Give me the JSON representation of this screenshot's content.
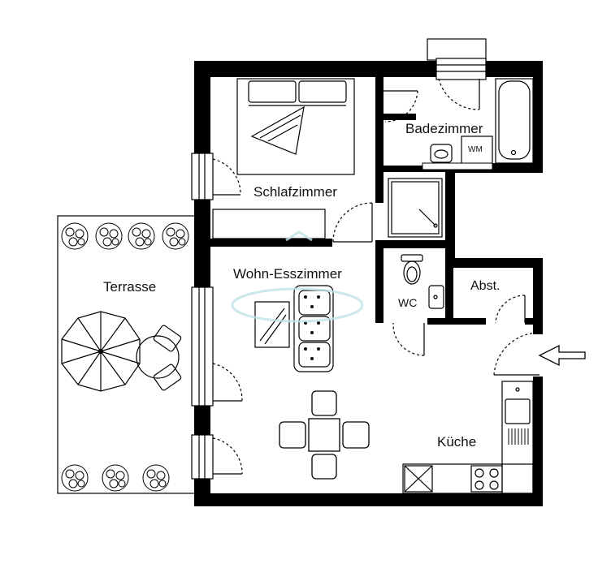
{
  "rooms": {
    "schlafzimmer": "Schlafzimmer",
    "badezimmer": "Badezimmer",
    "wohn_esszimmer": "Wohn-Esszimmer",
    "terrasse": "Terrasse",
    "abst": "Abst.",
    "wc": "WC",
    "kueche": "Küche"
  },
  "appliances": {
    "wm": "WM"
  },
  "colors": {
    "wall": "#000000",
    "line": "#000000",
    "background": "#ffffff",
    "watermark": "#bfe3e6"
  },
  "icons": [
    "bed-icon",
    "bathtub-icon",
    "shower-icon",
    "toilet-icon",
    "sink-icon",
    "washing-machine-icon",
    "sofa-icon",
    "coffee-table-icon",
    "dining-table-icon",
    "parasol-icon",
    "bistro-table-icon",
    "plant-icon",
    "stove-icon",
    "kitchen-sink-icon",
    "entrance-arrow-icon"
  ]
}
